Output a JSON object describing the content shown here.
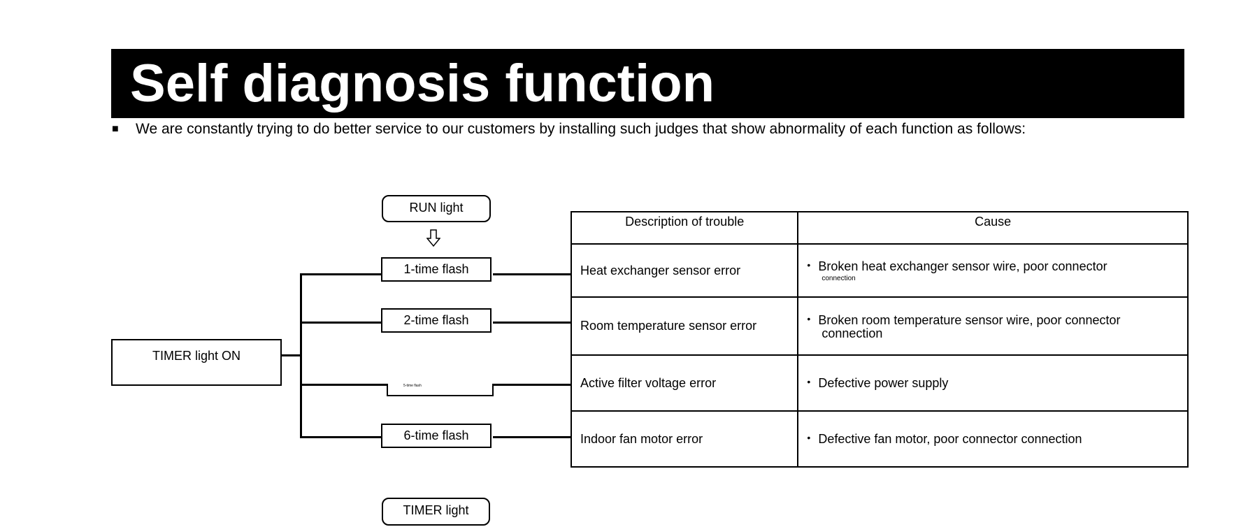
{
  "title": "Self diagnosis function",
  "intro": {
    "bullet": "■",
    "text": "We are constantly trying to do better service to our customers by installing such judges that show abnormality of each function as follows:"
  },
  "diagram": {
    "run_light": "RUN light",
    "timer_light_on": "TIMER light ON",
    "timer_light": "TIMER light",
    "flashes": [
      "1-time flash",
      "2-time flash",
      "5-time flash",
      "6-time flash"
    ],
    "arrow_icon": "hollow-down-arrow"
  },
  "table": {
    "headers": [
      "Description of trouble",
      "Cause"
    ],
    "rows": [
      {
        "description": "Heat exchanger sensor error",
        "cause": "Broken heat exchanger sensor wire, poor connector",
        "cause_note": "connection"
      },
      {
        "description": "Room temperature sensor error",
        "cause": "Broken room temperature sensor wire, poor connector",
        "cause_cont": "connection"
      },
      {
        "description": "Active filter voltage error",
        "cause": "Defective power supply"
      },
      {
        "description": "Indoor fan motor error",
        "cause": "Defective fan motor, poor connector connection"
      }
    ]
  }
}
